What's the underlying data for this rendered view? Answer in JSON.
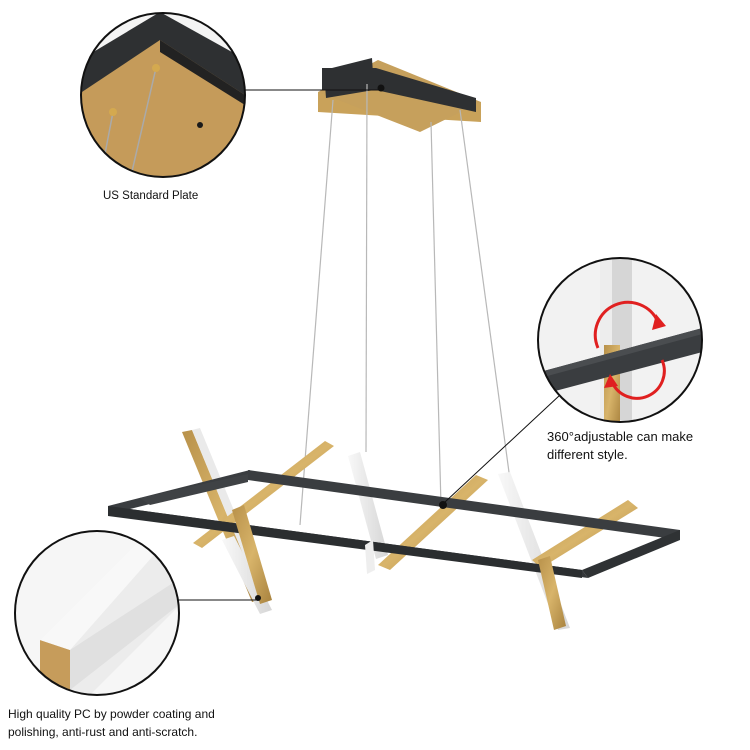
{
  "callouts": {
    "plate": {
      "label": "US Standard Plate"
    },
    "adjust": {
      "line1": "360°adjustable can make",
      "line2": "different style."
    },
    "material": {
      "line1": "High quality PC by powder coating and",
      "line2": "polishing, anti-rust and anti-scratch."
    }
  },
  "colors": {
    "frame": "#3a3d40",
    "gold": "#c9a25a",
    "acrylic": "#eeeeee",
    "arrow": "#e02020"
  }
}
